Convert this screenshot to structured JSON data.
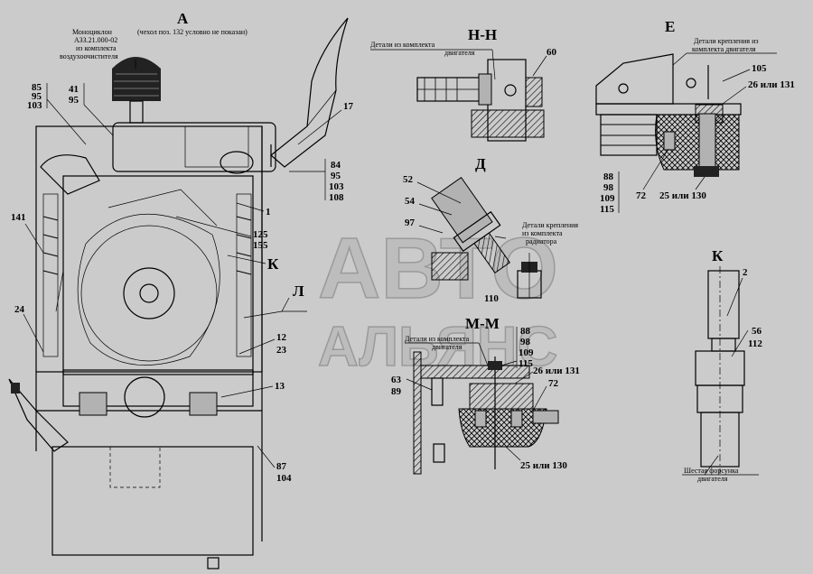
{
  "views": {
    "a": {
      "title": "А"
    },
    "hh": {
      "title": "Н-Н"
    },
    "e": {
      "title": "Е"
    },
    "d": {
      "title": "Д"
    },
    "k": {
      "title": "К"
    },
    "mm": {
      "title": "М-М"
    }
  },
  "notes": {
    "monocyclone": "Моноциклон",
    "monocyclone_code": "АЗЗ.21.000-02",
    "from_kit_air": "из комплекта",
    "air_cleaner": "воздухоочистителя",
    "cover_note": "(чехол поз. 132 условно не показан)",
    "hh_parts_1": "Детали из комплекта",
    "hh_parts_2": "двигателя",
    "e_parts_1": "Детали крепления из",
    "e_parts_2": "комплекта двигателя",
    "d_parts_1": "Детали крепления",
    "d_parts_2": "из комплекта",
    "d_parts_3": "радиатора",
    "mm_parts_1": "Детали из комплекта",
    "mm_parts_2": "двигателя",
    "k_note_1": "Шестая форсунка",
    "k_note_2": "двигателя"
  },
  "watermark": {
    "line1": "АВТО",
    "line2": "АЛЬЯНС"
  },
  "callouts": {
    "c85": "85",
    "c95a": "95",
    "c103a": "103",
    "c41": "41",
    "c95b": "95",
    "c17": "17",
    "c84": "84",
    "c95c": "95",
    "c103b": "103",
    "c108": "108",
    "c141": "141",
    "c1": "1",
    "c125": "125",
    "c155": "155",
    "cK": "К",
    "cL": "Л",
    "c24": "24",
    "c12": "12",
    "c23": "23",
    "c13": "13",
    "c87": "87",
    "c104": "104",
    "c60": "60",
    "c105": "105",
    "c26e": "26 или 131",
    "c88e": "88",
    "c98e": "98",
    "c109e": "109",
    "c115e": "115",
    "c72e": "72",
    "c25e": "25 или 130",
    "c52": "52",
    "c54": "54",
    "c97": "97",
    "c110": "110",
    "c88m": "88",
    "c98m": "98",
    "c109m": "109",
    "c115m": "115",
    "c63": "63",
    "c89": "89",
    "c26m": "26 или 131",
    "c72m": "72",
    "c25m": "25 или 130",
    "c2": "2",
    "c56": "56",
    "c112": "112"
  }
}
